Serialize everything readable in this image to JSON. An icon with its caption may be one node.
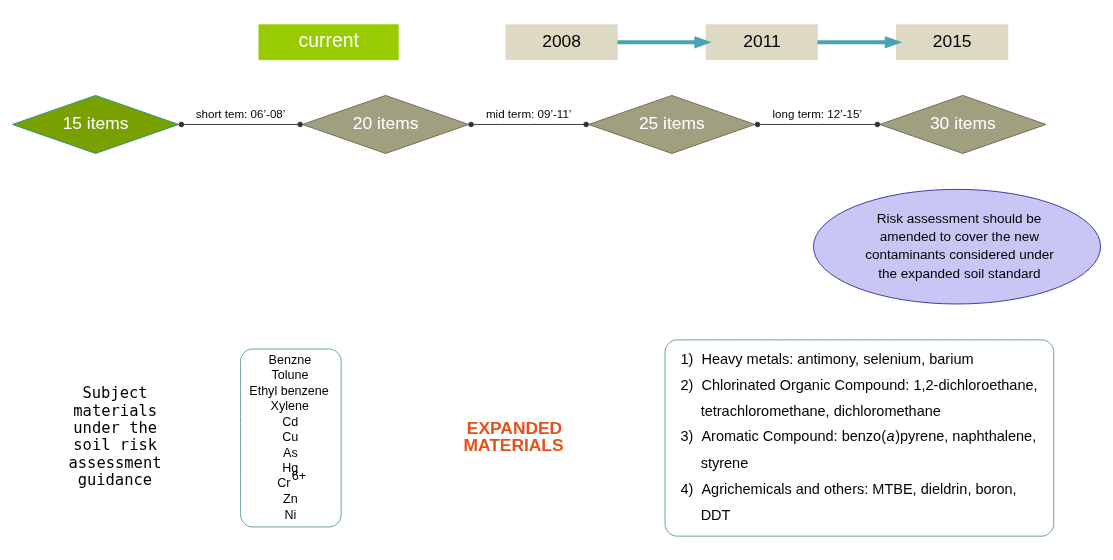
{
  "diagram": {
    "nodes": [
      {
        "text": [
          "current"
        ]
      },
      {
        "text": [
          "2008"
        ]
      },
      {
        "text": [
          "2011"
        ]
      },
      {
        "text": [
          "2015"
        ]
      },
      {
        "text": [
          "15 items"
        ]
      },
      {
        "text": [
          "20 items"
        ]
      },
      {
        "text": [
          "25 items"
        ]
      },
      {
        "text": [
          "30 items"
        ]
      },
      {
        "text": [
          "Risk assessment should be amended to cover the new contaminants considered under the expanded soil standard"
        ]
      },
      {
        "text": [
          "Benzne",
          "Tolune",
          "Ethyl benzene",
          "Xylene",
          "Cd",
          "Cu",
          "As",
          "Hg",
          "Cr$^{6+}$",
          "Zn",
          "Ni"
        ]
      },
      {
        "text": [
          "1)  Heavy metals: antimony, selenium, barium",
          "2)  Chlorinated Organic Compound: 1,2-dichloroethane, tetrachloromethane, dichloromethane",
          "3)  Aromatic Compound: benzo(*a*)pyrene, naphthalene, styrene",
          "4)  Agrichemicals and others: MTBE, dieldrin, boron, DDT"
        ]
      }
    ],
    "edges": [
      {
        "from": 1,
        "to": 2,
        "arrow": "to",
        "style": "thick",
        "color": "#4aa3b0"
      },
      {
        "from": 2,
        "to": 3,
        "arrow": "to",
        "style": "thick",
        "color": "#4aa3b0"
      },
      {
        "from": 4,
        "to": 5,
        "arrow": "other",
        "label": "short tem: 06’-08’"
      },
      {
        "from": 5,
        "to": 6,
        "arrow": "other",
        "label": "mid term: 09’-11’"
      },
      {
        "from": 6,
        "to": 7,
        "arrow": "other",
        "label": "long term: 12’-15’"
      }
    ],
    "labels": [
      "Subject materials under the soil risk assessment guidance",
      "EXPANDED MATERIALS"
    ]
  }
}
